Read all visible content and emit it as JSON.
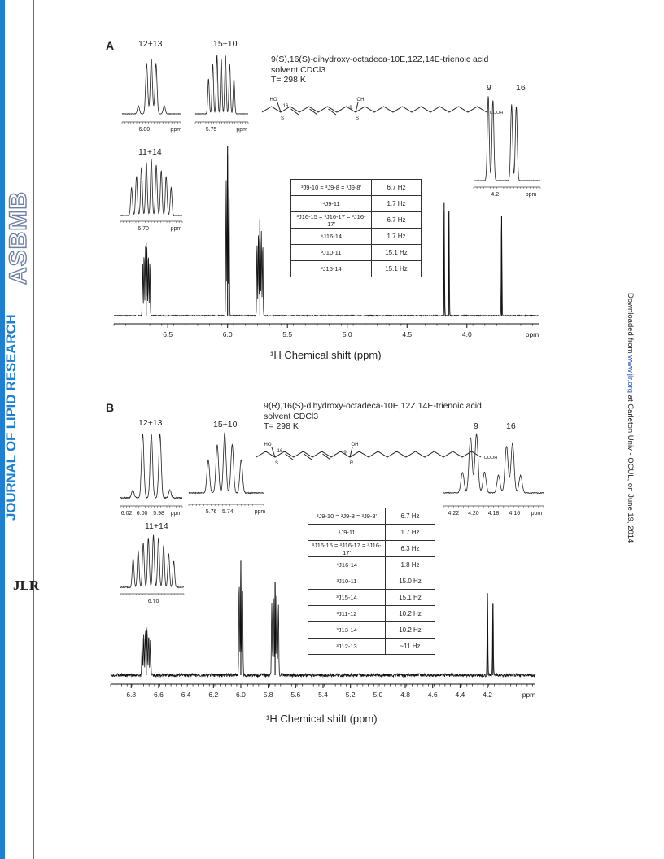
{
  "journal": {
    "title": "JOURNAL OF LIPID RESEARCH",
    "logo_text": "ASBMB",
    "jlr_mark": "JLR"
  },
  "side_note": {
    "prefix": "Downloaded from ",
    "link": "www.jlr.org",
    "suffix": " at Carleton Univ - OCUL, on June 19, 2014"
  },
  "panels": [
    {
      "letter": "A",
      "compound": "9(S),16(S)-dihydroxy-octadeca-10E,12Z,14E-trienoic acid",
      "solvent": "solvent CDCl3",
      "temp": "T= 298 K",
      "xlabel": "¹H Chemical shift (ppm)",
      "insets": {
        "i1213": {
          "label": "12+13",
          "ticks": [
            "6.00",
            "ppm"
          ]
        },
        "i1510": {
          "label": "15+10",
          "ticks": [
            "5.75",
            "ppm"
          ]
        },
        "i1114": {
          "label": "11+14",
          "ticks": [
            "6.70",
            "ppm"
          ]
        },
        "i916": {
          "label9": "9",
          "label16": "16",
          "ticks": [
            "4.2",
            "ppm"
          ]
        }
      },
      "table": [
        {
          "coupling": "³J9-10 = ³J9-8 = ³J9-8'",
          "value": "6.7 Hz"
        },
        {
          "coupling": "⁴J9-11",
          "value": "1.7 Hz"
        },
        {
          "coupling": "³J16-15 = ³J16-17 = ³J16-17'",
          "value": "6.7 Hz"
        },
        {
          "coupling": "⁴J16-14",
          "value": "1.7 Hz"
        },
        {
          "coupling": "³J10-11",
          "value": "15.1 Hz"
        },
        {
          "coupling": "³J15-14",
          "value": "15.1 Hz"
        }
      ],
      "structure_labels": {
        "oh_left": "HO",
        "c16": "16",
        "s_left": "S",
        "oh_right": "OH",
        "c9": "9",
        "s_right": "S",
        "acid": "COOH"
      }
    },
    {
      "letter": "B",
      "compound": "9(R),16(S)-dihydroxy-octadeca-10E,12Z,14E-trienoic acid",
      "solvent": "solvent CDCl3",
      "temp": "T= 298 K",
      "xlabel": "¹H Chemical shift (ppm)",
      "insets": {
        "i1213": {
          "label": "12+13",
          "ticks": [
            "6.02",
            "6.00",
            "5.98",
            "ppm"
          ]
        },
        "i1510": {
          "label": "15+10",
          "ticks": [
            "5.76",
            "5.74",
            "ppm"
          ]
        },
        "i1114": {
          "label": "11+14",
          "ticks": [
            "6.70"
          ]
        },
        "i916": {
          "label9": "9",
          "label16": "16",
          "ticks": [
            "4.22",
            "4.20",
            "4.18",
            "4.16",
            "ppm"
          ]
        }
      },
      "table": [
        {
          "coupling": "³J9-10 = ³J9-8 = ³J9-8'",
          "value": "6.7 Hz"
        },
        {
          "coupling": "⁴J9-11",
          "value": "1.7 Hz"
        },
        {
          "coupling": "³J16-15 = ³J16-17 = ³J16-17'",
          "value": "6.3 Hz"
        },
        {
          "coupling": "⁴J16-14",
          "value": "1.8 Hz"
        },
        {
          "coupling": "³J10-11",
          "value": "15.0 Hz"
        },
        {
          "coupling": "³J15-14",
          "value": "15.1 Hz"
        },
        {
          "coupling": "³J11-12",
          "value": "10.2 Hz"
        },
        {
          "coupling": "³J13-14",
          "value": "10.2 Hz"
        },
        {
          "coupling": "³J12-13",
          "value": "~11 Hz"
        }
      ],
      "structure_labels": {
        "oh_left": "HO",
        "c16": "16",
        "s_left": "S",
        "oh_right": "OH",
        "c9": "9",
        "s_right": "R",
        "acid": "COOH"
      }
    }
  ],
  "chart_data": [
    {
      "type": "line",
      "panel": "A",
      "xlabel": "¹H Chemical shift (ppm)",
      "xlim": [
        6.95,
        3.4
      ],
      "xticks": [
        6.5,
        6.0,
        5.5,
        5.0,
        4.5,
        4.0
      ],
      "xtick_labels": [
        "6.5",
        "6.0",
        "5.5",
        "5.0",
        "4.5",
        "4.0",
        "ppm"
      ],
      "peaks": [
        {
          "ppm": 6.68,
          "height": 0.43,
          "label": "11+14",
          "multiplet": 6
        },
        {
          "ppm": 6.0,
          "height": 1.0,
          "label": "12+13",
          "multiplet": 3
        },
        {
          "ppm": 5.73,
          "height": 0.57,
          "label": "15+10",
          "multiplet": 5
        },
        {
          "ppm": 4.19,
          "height": 0.67,
          "label": "9",
          "multiplet": 1
        },
        {
          "ppm": 4.15,
          "height": 0.62,
          "label": "16",
          "multiplet": 1
        },
        {
          "ppm": 3.71,
          "height": 0.59,
          "label": "",
          "multiplet": 1
        }
      ]
    },
    {
      "type": "line",
      "panel": "B",
      "xlabel": "¹H Chemical shift (ppm)",
      "xlim": [
        6.95,
        3.85
      ],
      "xticks": [
        6.8,
        6.6,
        6.4,
        6.2,
        6.0,
        5.8,
        5.6,
        5.4,
        5.2,
        5.0,
        4.8,
        4.6,
        4.4,
        4.2
      ],
      "xtick_labels": [
        "6.8",
        "6.6",
        "6.4",
        "6.2",
        "6.0",
        "5.8",
        "5.6",
        "5.4",
        "5.2",
        "5.0",
        "4.8",
        "4.6",
        "4.4",
        "4.2",
        "ppm"
      ],
      "peaks": [
        {
          "ppm": 6.69,
          "height": 0.42,
          "label": "11+14",
          "multiplet": 6
        },
        {
          "ppm": 6.0,
          "height": 1.0,
          "label": "12+13",
          "multiplet": 3
        },
        {
          "ppm": 5.75,
          "height": 0.82,
          "label": "15+10",
          "multiplet": 5
        },
        {
          "ppm": 4.2,
          "height": 0.72,
          "label": "9",
          "multiplet": 1
        },
        {
          "ppm": 4.16,
          "height": 0.63,
          "label": "16",
          "multiplet": 1
        }
      ]
    }
  ]
}
